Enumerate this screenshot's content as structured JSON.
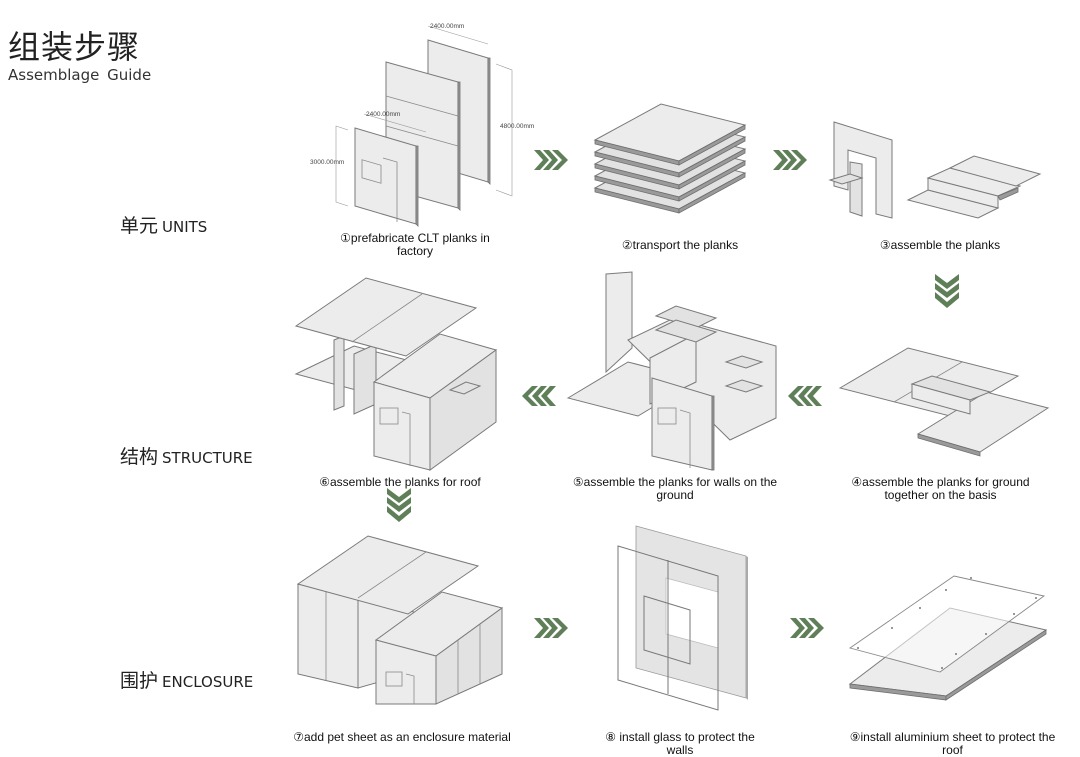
{
  "header": {
    "title_zh": "组装步骤",
    "title_en": "Assemblage  Guide"
  },
  "rows": [
    {
      "zh": "单元",
      "en": "UNITS"
    },
    {
      "zh": "结构",
      "en": "STRUCTURE"
    },
    {
      "zh": "围护",
      "en": "ENCLOSURE"
    }
  ],
  "steps": [
    {
      "label": "①prefabricate CLT planks in factory"
    },
    {
      "label": "②transport the planks"
    },
    {
      "label": "③assemble the planks"
    },
    {
      "label": "④assemble the planks for ground together on the basis"
    },
    {
      "label": "⑤assemble the planks for walls on the ground"
    },
    {
      "label": "⑥assemble the planks for roof"
    },
    {
      "label": "⑦add pet sheet as an enclosure material"
    },
    {
      "label": "⑧ install glass to protect the walls"
    },
    {
      "label": "⑨install aluminium sheet to protect the roof"
    }
  ],
  "dimensions": {
    "top_width": "2400.00mm",
    "front_width": "2400.00mm",
    "tall_height": "4800.00mm",
    "short_height": "3000.00mm"
  },
  "arrows": [
    {
      "from": 1,
      "to": 2,
      "direction": "right",
      "icon": "triple-chevron-right-icon"
    },
    {
      "from": 2,
      "to": 3,
      "direction": "right",
      "icon": "triple-chevron-right-icon"
    },
    {
      "from": 3,
      "to": 4,
      "direction": "down",
      "icon": "triple-chevron-down-icon"
    },
    {
      "from": 4,
      "to": 5,
      "direction": "left",
      "icon": "triple-chevron-left-icon"
    },
    {
      "from": 5,
      "to": 6,
      "direction": "left",
      "icon": "triple-chevron-left-icon"
    },
    {
      "from": 6,
      "to": 7,
      "direction": "down",
      "icon": "triple-chevron-down-icon"
    },
    {
      "from": 7,
      "to": 8,
      "direction": "right",
      "icon": "triple-chevron-right-icon"
    },
    {
      "from": 8,
      "to": 9,
      "direction": "right",
      "icon": "triple-chevron-right-icon"
    }
  ],
  "colors": {
    "arrow": "#5e7f58",
    "plank_face": "#ececec",
    "plank_edge": "#7a7a7a"
  }
}
